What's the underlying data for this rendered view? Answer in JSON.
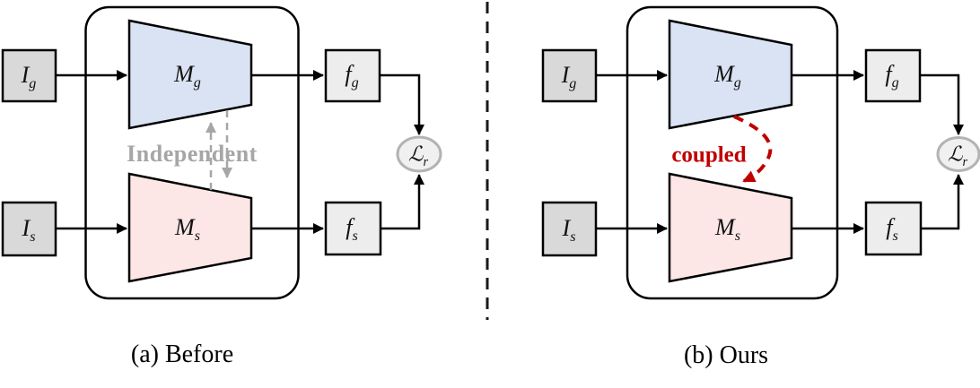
{
  "figure": {
    "description": "Two-panel diagram comparing independent feature extraction (Before) with coupled feature extraction (Ours)"
  },
  "colors": {
    "line": "#000000",
    "model_g_fill": "#dae3f3",
    "model_s_fill": "#fce6e6",
    "input_fill": "#d9d9d9",
    "feature_fill": "#ededed",
    "loss_fill": "#f0f0f0",
    "loss_stroke": "#b3b3b3",
    "independent_gray": "#a6a6a6",
    "coupled_red": "#c00000"
  },
  "panel_a": {
    "caption": "(a) Before",
    "relation_label": "Independent",
    "input_g": {
      "main": "I",
      "sub": "g"
    },
    "input_s": {
      "main": "I",
      "sub": "s"
    },
    "model_g": {
      "main": "M",
      "sub": "g"
    },
    "model_s": {
      "main": "M",
      "sub": "s"
    },
    "feature_g": {
      "main": "f",
      "sub": "g"
    },
    "feature_s": {
      "main": "f",
      "sub": "s"
    },
    "loss": {
      "main": "ℒ",
      "sub": "r"
    }
  },
  "panel_b": {
    "caption": "(b) Ours",
    "relation_label": "coupled",
    "input_g": {
      "main": "I",
      "sub": "g"
    },
    "input_s": {
      "main": "I",
      "sub": "s"
    },
    "model_g": {
      "main": "M",
      "sub": "g"
    },
    "model_s": {
      "main": "M",
      "sub": "s"
    },
    "feature_g": {
      "main": "f",
      "sub": "g"
    },
    "feature_s": {
      "main": "f",
      "sub": "s"
    },
    "loss": {
      "main": "ℒ",
      "sub": "r"
    }
  }
}
